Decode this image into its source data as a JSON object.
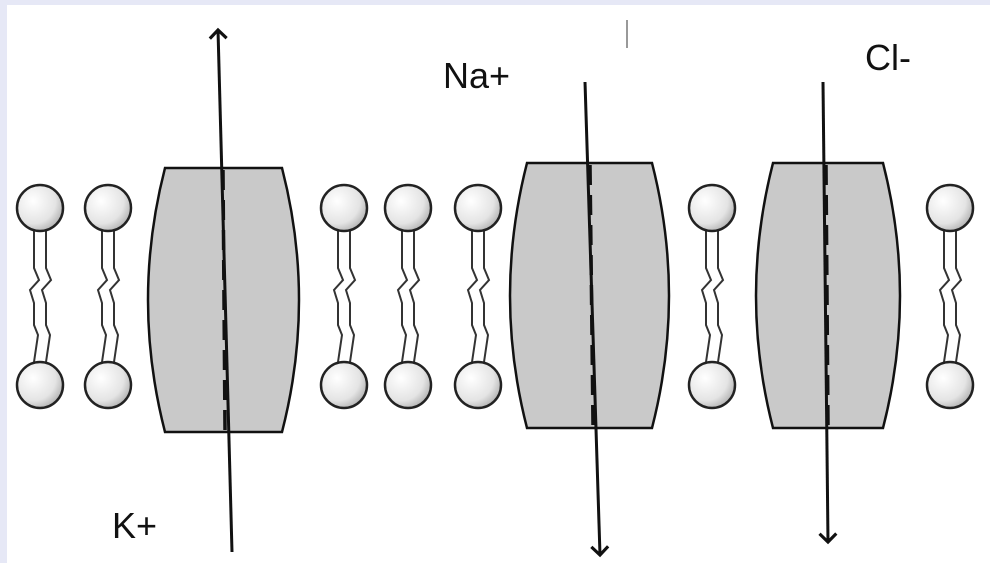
{
  "diagram": {
    "labels": {
      "k": "K+",
      "na": "Na+",
      "cl": "Cl-"
    },
    "colors": {
      "background": "#e6e8f6",
      "panel": "#ffffff",
      "channel_fill": "#c9c9c9",
      "stroke": "#111111",
      "head_fill": "#f2f2f2"
    },
    "channels": [
      {
        "ion": "K+",
        "direction": "out"
      },
      {
        "ion": "Na+",
        "direction": "in"
      },
      {
        "ion": "Cl-",
        "direction": "in"
      }
    ]
  }
}
